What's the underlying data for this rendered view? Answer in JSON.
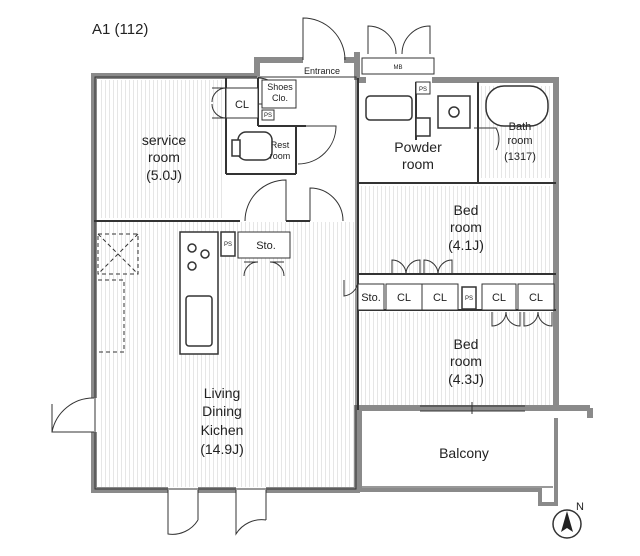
{
  "plan_id": "A1 (112)",
  "rooms": {
    "service": [
      "service",
      "room",
      "(5.0J)"
    ],
    "living": [
      "Living",
      "Dining",
      "Kichen",
      "(14.9J)"
    ],
    "powder": [
      "Powder",
      "room"
    ],
    "bath": [
      "Bath",
      "room",
      "(1317)"
    ],
    "bed1": [
      "Bed",
      "room",
      "(4.1J)"
    ],
    "bed2": [
      "Bed",
      "room",
      "(4.3J)"
    ],
    "balcony": "Balcony",
    "entrance": "Entrance",
    "shoes": [
      "Shoes",
      "Clo."
    ],
    "rest": [
      "Rest",
      "room"
    ]
  },
  "storage": {
    "cl": "CL",
    "sto": "Sto.",
    "ps": "PS",
    "mb": "MB"
  },
  "north": "N",
  "colors": {
    "wall": "#8a8a8a",
    "line": "#333333",
    "stripe": "#e9e9e9",
    "fixture": "#555555"
  }
}
